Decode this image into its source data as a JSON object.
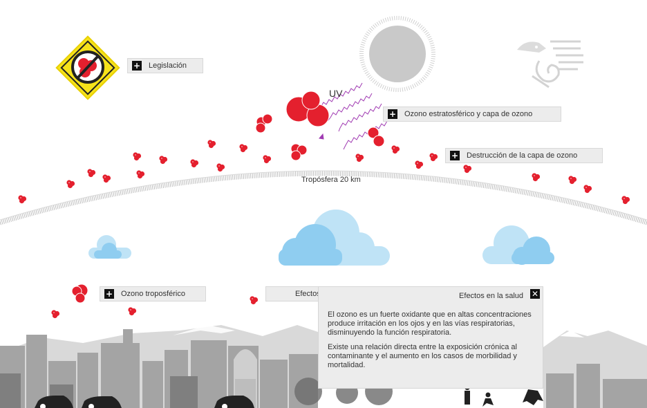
{
  "labels": {
    "legislacion": "Legislación",
    "ozono_estratosferico": "Ozono estratosférico y capa de ozono",
    "destruccion": "Destrucción de la capa de ozono",
    "ozono_troposferico": "Ozono troposférico",
    "efectos_partial": "Efectos"
  },
  "uv_label": "UV",
  "troposphere_label": "Tropósfera 20 km",
  "popup": {
    "title": "Efectos en la salud",
    "close_symbol": "✕",
    "paragraph1": "El ozono es un fuerte oxidante que en altas concentraciones produce irritación en los ojos y en las vías respiratorias, disminuyendo la función respiratoria.",
    "paragraph2": "Existe una relación directa entre la exposición crónica al contaminante y el aumento en los casos de morbilidad y mortalidad."
  },
  "colors": {
    "ozone_red": "#e4202e",
    "sign_yellow": "#f6e21a",
    "cloud_blue": "#8fcdf0",
    "sun_gray": "#c8c8c8",
    "uv_purple": "#a03bb2",
    "city_gray": "#9a9a9a"
  },
  "icons": {
    "sign": "no-ozone-sign-icon",
    "sun": "sun-icon",
    "logo": "aztec-bird-logo-icon",
    "plus": "plus-icon",
    "close": "close-icon"
  }
}
